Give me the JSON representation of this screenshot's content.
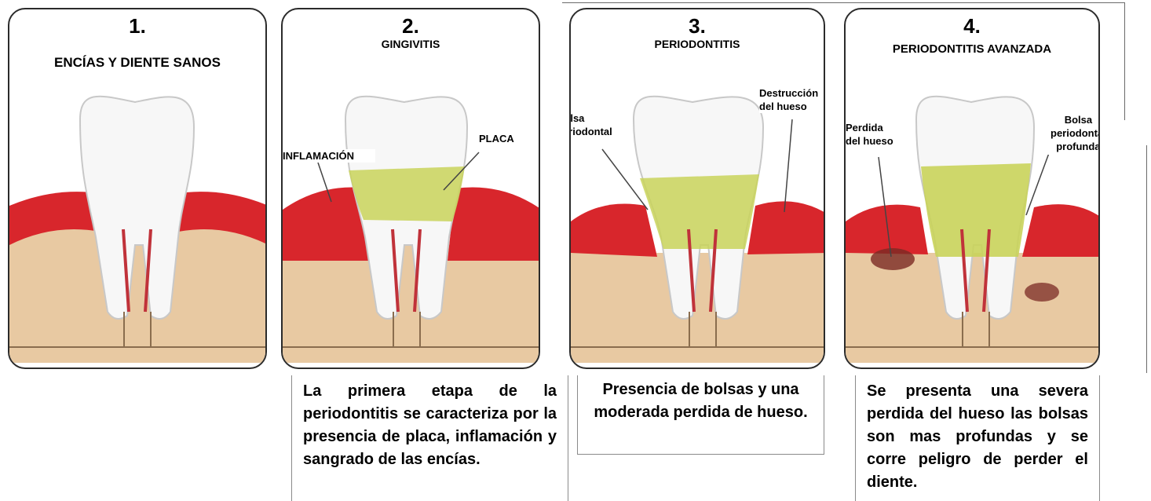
{
  "stages": [
    {
      "number": "1.",
      "title": "ENCÍAS Y DIENTE SANOS",
      "labels": []
    },
    {
      "number": "2.",
      "title": "GINGIVITIS",
      "labels": [
        "INFLAMACIÓN",
        "PLACA"
      ]
    },
    {
      "number": "3.",
      "title": "PERIODONTITIS",
      "labels": [
        "Bolsa\nperiodontal",
        "Destrucción\ndel hueso"
      ]
    },
    {
      "number": "4.",
      "title": "PERIODONTITIS AVANZADA",
      "labels": [
        "Perdida\ndel hueso",
        "Bolsa periodontal\nprofunda"
      ]
    }
  ],
  "descriptions": [
    "La primera etapa de la periodontitis se caracteriza por la presencia de placa, inflamación y sangrado de las encías.",
    "Presencia de bolsas y una moderada perdida de hueso.",
    "Se presenta una severa perdida del hueso las bolsas son mas profundas y se corre peligro de perder el diente."
  ],
  "colors": {
    "gum": "#d8262c",
    "gum_light": "#e9a3a0",
    "bone": "#e8c9a2",
    "tooth": "#f7f7f7",
    "plaque": "#c9d35a",
    "border": "#2b2b2b"
  }
}
